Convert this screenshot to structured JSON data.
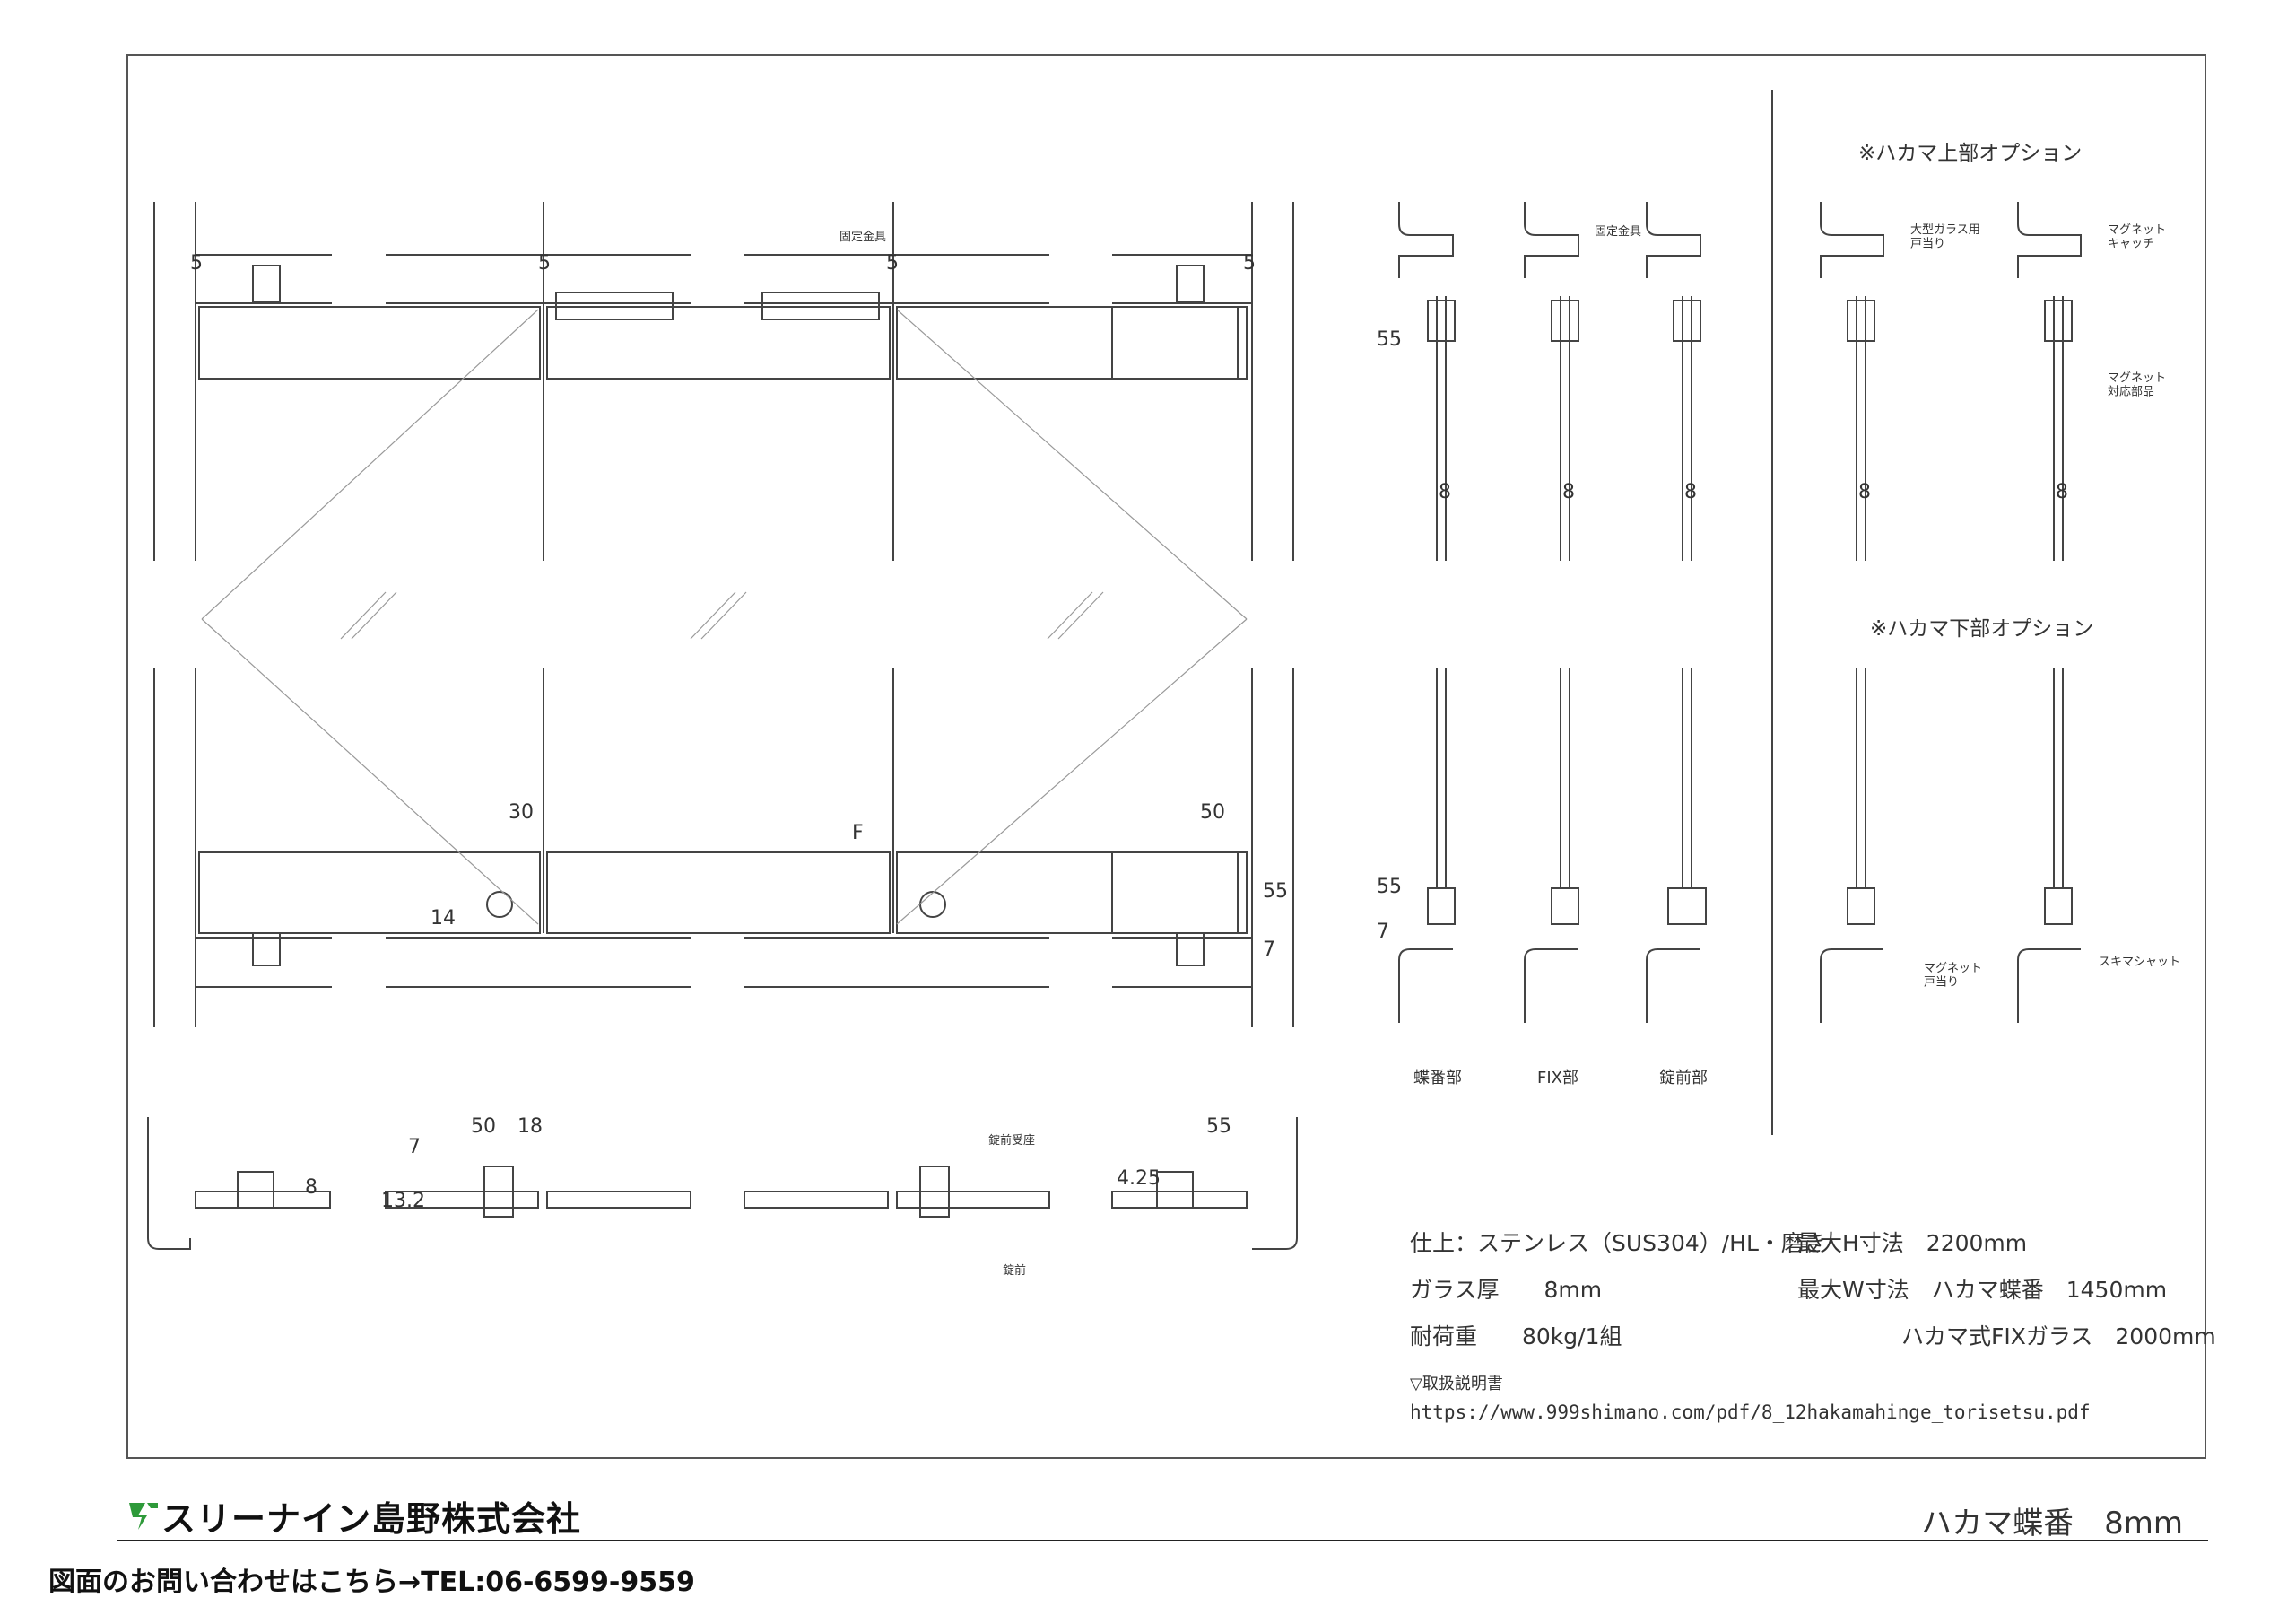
{
  "labels": {
    "fixed_bracket_1": "固定金具",
    "fixed_bracket_2": "固定金具",
    "lock_receiver": "錠前受座",
    "lock": "錠前",
    "large_glass_stop": "大型ガラス用\n戸当り",
    "magnet_catch": "マグネット\nキャッチ",
    "magnet_part": "マグネット\n対応部品",
    "magnet_stop": "マグネット\n戸当り",
    "gap_shutter": "スキマシャット",
    "top_option": "※ハカマ上部オプション",
    "bottom_option": "※ハカマ下部オプション",
    "hinge_section": "蝶番部",
    "fix_section": "FIX部",
    "lock_section": "錠前部",
    "mark_f": "F"
  },
  "dims": {
    "d5a": "5",
    "d5b": "5",
    "d5c": "5",
    "d5d": "5",
    "d30": "30",
    "d14": "14",
    "d50a": "50",
    "d55a": "55",
    "d7a": "7",
    "d55b": "55",
    "d8a": "8",
    "d8b": "8",
    "d8c": "8",
    "d55c": "55",
    "d7b": "7",
    "d8d": "8",
    "d8e": "8",
    "d50b": "50",
    "d18": "18",
    "d7c": "7",
    "d132": "13.2",
    "d8f": "8",
    "d55d": "55",
    "d425": "4.25"
  },
  "specs": {
    "finish": "仕上：ステンレス（SUS304）/HL・磨き",
    "glass": "ガラス厚　　8mm",
    "load": "耐荷重　　80kg/1組",
    "max_h": "最大H寸法　2200mm",
    "max_w": "最大W寸法　ハカマ蝶番　1450mm",
    "fix_glass": "ハカマ式FIXガラス　2000mm",
    "manual_label": "▽取扱説明書",
    "manual_url": "https://www.999shimano.com/pdf/8_12hakamahinge_torisetsu.pdf"
  },
  "footer": {
    "company": "スリーナイン島野株式会社",
    "product": "ハカマ蝶番　8mm",
    "contact": "図面のお問い合わせはこちら→TEL:06-6599-9559"
  },
  "colors": {
    "line": "#444444",
    "logo_green": "#2e9a3a"
  }
}
